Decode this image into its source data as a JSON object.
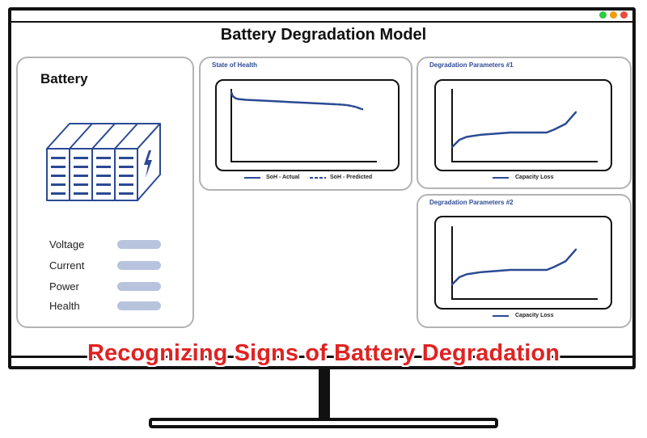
{
  "page": {
    "title": "Battery Degradation Model",
    "headline": "Recognizing Signs of Battery Degradation"
  },
  "window_controls": {
    "colors": {
      "green": "#2ecc40",
      "orange": "#f39c12",
      "red": "#e74c3c"
    }
  },
  "battery_panel": {
    "title": "Battery",
    "icon": "battery-pack-icon",
    "metrics": [
      {
        "label": "Voltage"
      },
      {
        "label": "Current"
      },
      {
        "label": "Power"
      },
      {
        "label": "Health"
      }
    ],
    "bar_color": "#b8c3de"
  },
  "colors": {
    "accent": "#2f4c96",
    "line": "#2b4a94",
    "border": "#b3b3b3",
    "headline": "#e02222"
  },
  "cards": {
    "soh": {
      "title": "State of Health",
      "legend": [
        {
          "label": "SoH - Actual",
          "style": "solid"
        },
        {
          "label": "SoH - Predicted",
          "style": "dashed"
        }
      ]
    },
    "deg1": {
      "title": "Degradation Parameters #1",
      "legend": [
        {
          "label": "Capacity Loss",
          "style": "solid"
        }
      ]
    },
    "deg2": {
      "title": "Degradation Parameters #2",
      "legend": [
        {
          "label": "Capacity Loss",
          "style": "solid"
        }
      ]
    }
  },
  "chart_data": [
    {
      "type": "line",
      "title": "State of Health",
      "series": [
        {
          "name": "SoH - Actual",
          "style": "solid",
          "x": [
            0,
            1,
            3,
            5,
            10,
            20,
            30,
            40,
            50,
            60,
            70
          ],
          "y": [
            95,
            90,
            87,
            86,
            85,
            84,
            83,
            82,
            81,
            80,
            79
          ]
        },
        {
          "name": "SoH - Predicted",
          "style": "dashed",
          "x": [
            70,
            75,
            80,
            85,
            90
          ],
          "y": [
            79,
            78.5,
            77.5,
            75.5,
            72
          ]
        }
      ],
      "xlim": [
        0,
        100
      ],
      "ylim": [
        0,
        100
      ],
      "grid": false,
      "legend": "bottom"
    },
    {
      "type": "line",
      "title": "Degradation Parameters #1",
      "series": [
        {
          "name": "Capacity Loss",
          "x": [
            0,
            5,
            10,
            20,
            30,
            40,
            50,
            60,
            65,
            70,
            78,
            85
          ],
          "y": [
            20,
            30,
            34,
            37,
            38.5,
            40,
            40,
            40,
            40,
            44,
            52,
            68
          ]
        }
      ],
      "xlim": [
        0,
        100
      ],
      "ylim": [
        0,
        100
      ],
      "grid": false,
      "legend": "bottom"
    },
    {
      "type": "line",
      "title": "Degradation Parameters #2",
      "series": [
        {
          "name": "Capacity Loss",
          "x": [
            0,
            5,
            10,
            20,
            30,
            40,
            50,
            60,
            65,
            70,
            78,
            85
          ],
          "y": [
            20,
            30,
            34,
            37,
            38.5,
            40,
            40,
            40,
            40,
            44,
            52,
            68
          ]
        }
      ],
      "xlim": [
        0,
        100
      ],
      "ylim": [
        0,
        100
      ],
      "grid": false,
      "legend": "bottom"
    }
  ]
}
